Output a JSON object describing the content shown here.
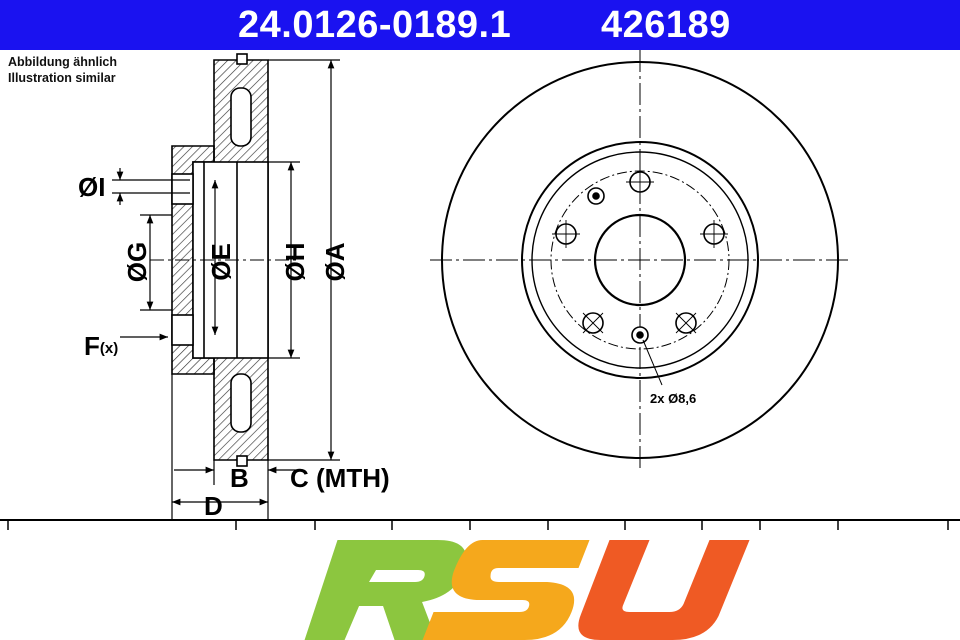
{
  "header": {
    "part_number": "24.0126-0189.1",
    "article_number": "426189",
    "background_color": "#1a12f0",
    "text_color": "#ffffff"
  },
  "notes": {
    "german": "Abbildung ähnlich",
    "english": "Illustration similar"
  },
  "dimension_labels": {
    "I": "ØI",
    "G": "ØG",
    "E": "ØE",
    "H": "ØH",
    "A": "ØA",
    "F": "F",
    "F_suffix": "(x)",
    "B": "B",
    "C": "C (MTH)",
    "D": "D"
  },
  "front_view": {
    "bolt_holes": 5,
    "callout": "2x Ø8,6"
  },
  "logo": {
    "letters": [
      "R",
      "S",
      "U"
    ],
    "colors": [
      "#8cc63f",
      "#f5a81c",
      "#ef5a24"
    ]
  },
  "hatch_color": "#333333"
}
